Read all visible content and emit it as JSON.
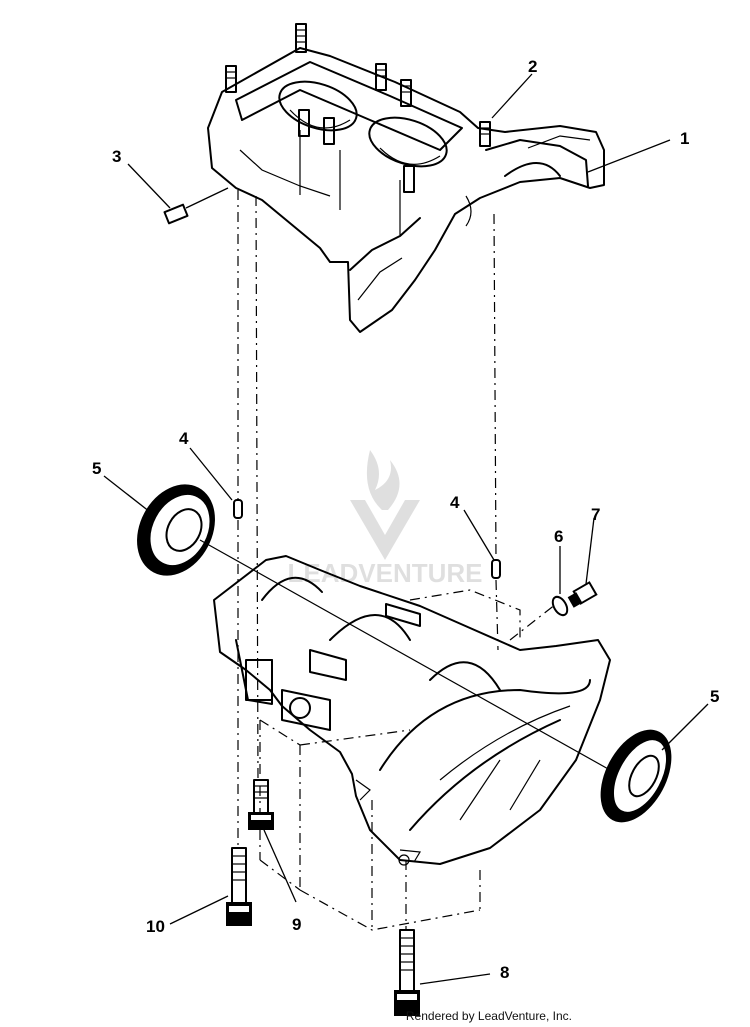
{
  "callouts": [
    "1",
    "2",
    "3",
    "4",
    "4",
    "5",
    "5",
    "6",
    "7",
    "8",
    "9",
    "10"
  ],
  "credit": "Rendered by LeadVenture, Inc.",
  "watermark_text": "LEADVENTURE"
}
